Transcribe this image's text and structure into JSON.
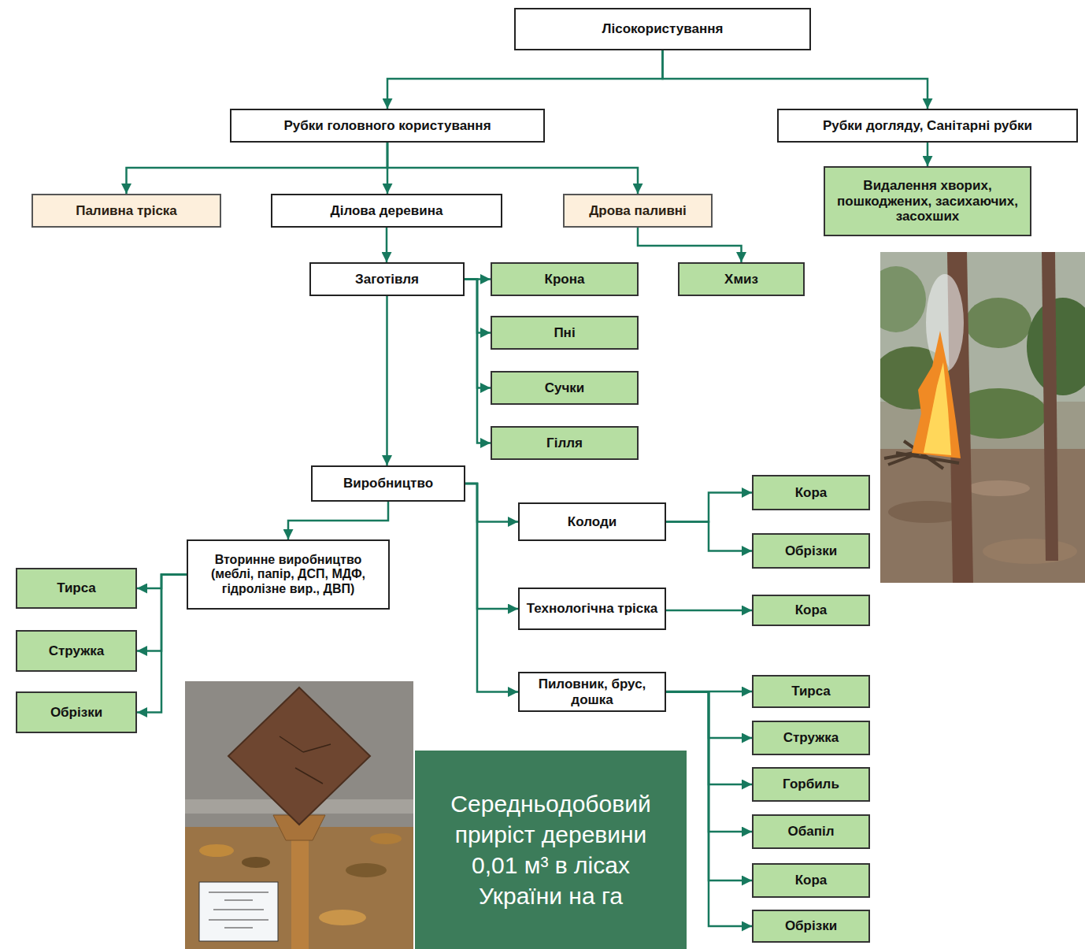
{
  "diagram": {
    "nodes": [
      {
        "text": [
          "Лісокористування"
        ]
      },
      {
        "text": [
          "Рубки головного користування"
        ]
      },
      {
        "text": [
          "Рубки догляду, Санітарні рубки"
        ]
      },
      {
        "text": [
          "Паливна тріска"
        ]
      },
      {
        "text": [
          "Ділова деревина"
        ]
      },
      {
        "text": [
          "Дрова паливні"
        ]
      },
      {
        "text": [
          "Видалення хворих, пошкоджених, засихаючих, засохших"
        ]
      },
      {
        "text": [
          "Заготівля"
        ]
      },
      {
        "text": [
          "Крона"
        ]
      },
      {
        "text": [
          "Хмиз"
        ]
      },
      {
        "text": [
          "Пні"
        ]
      },
      {
        "text": [
          "Сучки"
        ]
      },
      {
        "text": [
          "Гілля"
        ]
      },
      {
        "text": [
          "Виробництво"
        ]
      },
      {
        "text": [
          "Кора"
        ]
      },
      {
        "text": [
          "Колоди"
        ]
      },
      {
        "text": [
          "Вторинне виробництво (меблі, папір, ДСП, МДФ, гідролізне вир., ДВП)"
        ]
      },
      {
        "text": [
          "Тирса"
        ]
      },
      {
        "text": [
          "Обрізки"
        ]
      },
      {
        "text": [
          "Технологічна тріска"
        ]
      },
      {
        "text": [
          "Кора"
        ]
      },
      {
        "text": [
          "Стружка"
        ]
      },
      {
        "text": [
          "Пиловник, брус, дошка"
        ]
      },
      {
        "text": [
          "Тирса"
        ]
      },
      {
        "text": [
          "Обрізки"
        ]
      },
      {
        "text": [
          "Стружка"
        ]
      },
      {
        "text": [
          "Горбиль"
        ]
      },
      {
        "text": [
          "Обапіл"
        ]
      },
      {
        "text": [
          "Кора"
        ]
      },
      {
        "text": [
          "Обрізки"
        ]
      },
      {
        "text": [
          "Середньодобовий приріст деревини 0,01 м³ в лісах України на га"
        ]
      }
    ],
    "edges": [
      {
        "from": 0,
        "to": 1,
        "arrow": "to"
      },
      {
        "from": 0,
        "to": 2,
        "arrow": "to"
      },
      {
        "from": 1,
        "to": 3,
        "arrow": "to"
      },
      {
        "from": 1,
        "to": 4,
        "arrow": "to"
      },
      {
        "from": 1,
        "to": 5,
        "arrow": "to"
      },
      {
        "from": 2,
        "to": 6,
        "arrow": "to"
      },
      {
        "from": 4,
        "to": 7,
        "arrow": "to"
      },
      {
        "from": 5,
        "to": 9,
        "arrow": "to"
      },
      {
        "from": 7,
        "to": 8,
        "arrow": "to"
      },
      {
        "from": 7,
        "to": 10,
        "arrow": "to"
      },
      {
        "from": 7,
        "to": 11,
        "arrow": "to"
      },
      {
        "from": 7,
        "to": 12,
        "arrow": "to"
      },
      {
        "from": 7,
        "to": 13,
        "arrow": "to"
      },
      {
        "from": 13,
        "to": 16,
        "arrow": "to"
      },
      {
        "from": 13,
        "to": 15,
        "arrow": "to"
      },
      {
        "from": 13,
        "to": 19,
        "arrow": "to"
      },
      {
        "from": 13,
        "to": 22,
        "arrow": "to"
      },
      {
        "from": 16,
        "to": 17,
        "arrow": "to"
      },
      {
        "from": 16,
        "to": 21,
        "arrow": "to"
      },
      {
        "from": 16,
        "to": 24,
        "arrow": "to"
      },
      {
        "from": 15,
        "to": 14,
        "arrow": "to"
      },
      {
        "from": 15,
        "to": 18,
        "arrow": "to"
      },
      {
        "from": 19,
        "to": 20,
        "arrow": "to"
      },
      {
        "from": 22,
        "to": 23,
        "arrow": "to"
      },
      {
        "from": 22,
        "to": 25,
        "arrow": "to"
      },
      {
        "from": 22,
        "to": 26,
        "arrow": "to"
      },
      {
        "from": 22,
        "to": 27,
        "arrow": "to"
      },
      {
        "from": 22,
        "to": 28,
        "arrow": "to"
      },
      {
        "from": 22,
        "to": 29,
        "arrow": "to"
      }
    ]
  }
}
